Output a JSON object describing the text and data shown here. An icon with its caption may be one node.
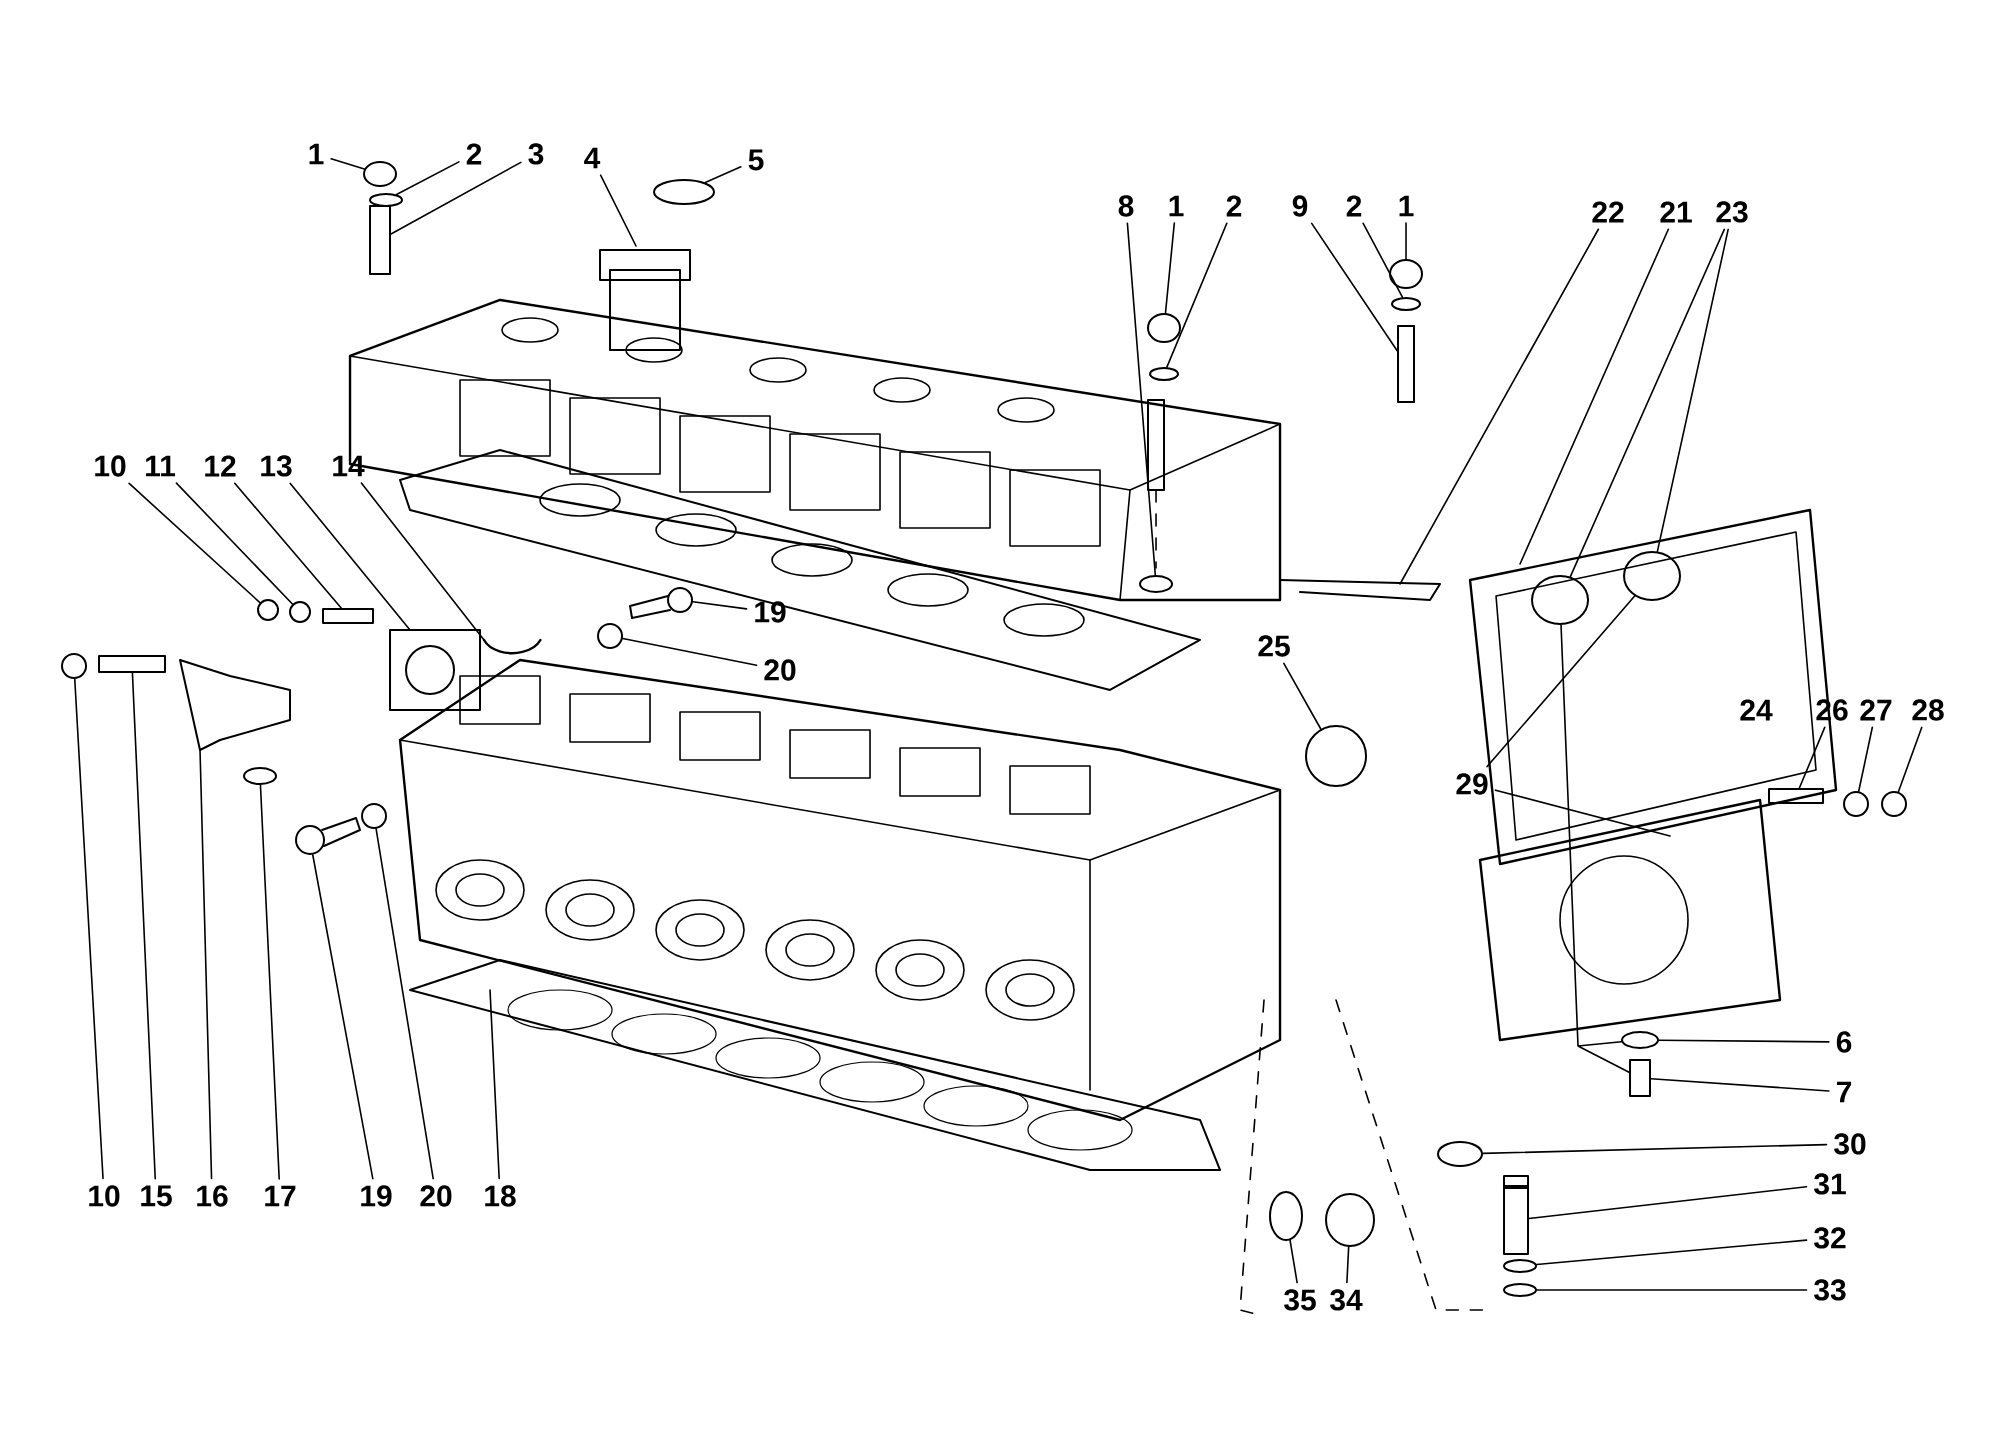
{
  "diagram": {
    "nodes": [
      {
        "text": [
          "1"
        ]
      },
      {
        "text": [
          "2"
        ]
      },
      {
        "text": [
          "3"
        ]
      },
      {
        "text": [
          "4"
        ]
      },
      {
        "text": [
          "5"
        ]
      },
      {
        "text": [
          "8"
        ]
      },
      {
        "text": [
          "1"
        ]
      },
      {
        "text": [
          "2"
        ]
      },
      {
        "text": [
          "9"
        ]
      },
      {
        "text": [
          "2"
        ]
      },
      {
        "text": [
          "1"
        ]
      },
      {
        "text": [
          "22"
        ]
      },
      {
        "text": [
          "21"
        ]
      },
      {
        "text": [
          "23"
        ]
      },
      {
        "text": [
          "10"
        ]
      },
      {
        "text": [
          "11"
        ]
      },
      {
        "text": [
          "12"
        ]
      },
      {
        "text": [
          "13"
        ]
      },
      {
        "text": [
          "14"
        ]
      },
      {
        "text": [
          "19"
        ]
      },
      {
        "text": [
          "20"
        ]
      },
      {
        "text": [
          "25"
        ]
      },
      {
        "text": [
          "26"
        ]
      },
      {
        "text": [
          "27"
        ]
      },
      {
        "text": [
          "28"
        ]
      },
      {
        "text": [
          "29"
        ]
      },
      {
        "text": [
          "6"
        ]
      },
      {
        "text": [
          "7"
        ]
      },
      {
        "text": [
          "30"
        ]
      },
      {
        "text": [
          "31"
        ]
      },
      {
        "text": [
          "32"
        ]
      },
      {
        "text": [
          "33"
        ]
      },
      {
        "text": [
          "10"
        ]
      },
      {
        "text": [
          "15"
        ]
      },
      {
        "text": [
          "16"
        ]
      },
      {
        "text": [
          "17"
        ]
      },
      {
        "text": [
          "19"
        ]
      },
      {
        "text": [
          "20"
        ]
      },
      {
        "text": [
          "18"
        ]
      },
      {
        "text": [
          "35"
        ]
      },
      {
        "text": [
          "34"
        ]
      },
      {
        "text": [],
        "shape": "circle"
      },
      {
        "text": [],
        "shape": "circle"
      },
      {
        "text": [],
        "shape": "box"
      },
      {
        "text": [],
        "shape": "circle"
      },
      {
        "text": [],
        "shape": "circle"
      },
      {
        "text": [],
        "shape": "circle"
      },
      {
        "text": [],
        "shape": "box"
      },
      {
        "text": [],
        "shape": "circle"
      },
      {
        "text": [],
        "shape": "circle"
      },
      {
        "text": [],
        "shape": "circle"
      },
      {
        "text": [],
        "shape": "circle"
      },
      {
        "text": [],
        "shape": "circle"
      },
      {
        "text": [],
        "shape": "circle"
      },
      {
        "text": [],
        "shape": "box"
      },
      {
        "text": [],
        "shape": "circle"
      },
      {
        "text": [],
        "shape": "circle"
      },
      {
        "text": [],
        "shape": "circle"
      },
      {
        "text": [],
        "shape": "box"
      },
      {
        "text": [],
        "shape": "circle"
      },
      {
        "text": [],
        "shape": "circle"
      },
      {
        "text": [],
        "shape": "circle"
      },
      {
        "text": [],
        "shape": "box"
      },
      {
        "text": [],
        "shape": "circle"
      },
      {
        "text": [],
        "shape": "box"
      },
      {
        "text": [],
        "shape": "circle"
      },
      {
        "text": [],
        "shape": "circle"
      },
      {
        "text": [],
        "shape": "circle"
      },
      {
        "text": [],
        "shape": "box"
      },
      {
        "text": [],
        "shape": "circle"
      },
      {
        "text": [],
        "shape": "circle"
      },
      {
        "text": [],
        "shape": "circle"
      },
      {
        "text": [],
        "shape": "circle"
      },
      {
        "text": [],
        "shape": "circle"
      },
      {
        "text": [],
        "shape": "circle"
      }
    ],
    "edges": [
      {
        "from": 0,
        "to": 41,
        "arrow": "none"
      },
      {
        "from": 1,
        "to": 42,
        "arrow": "none"
      },
      {
        "from": 2,
        "to": 43,
        "arrow": "none"
      },
      {
        "from": 3,
        "to": null,
        "arrow": "none"
      },
      {
        "from": 4,
        "to": 44,
        "arrow": "none"
      },
      {
        "from": 5,
        "to": 73,
        "arrow": "none"
      },
      {
        "from": 6,
        "to": 45,
        "arrow": "none"
      },
      {
        "from": 7,
        "to": 46,
        "arrow": "none"
      },
      {
        "from": 8,
        "to": 47,
        "arrow": "none"
      },
      {
        "from": 9,
        "to": 48,
        "arrow": "none"
      },
      {
        "from": 10,
        "to": 49,
        "arrow": "none"
      },
      {
        "from": 11,
        "to": null,
        "arrow": "none"
      },
      {
        "from": 12,
        "to": null,
        "arrow": "none"
      },
      {
        "from": 13,
        "to": 50,
        "arrow": "none"
      },
      {
        "from": 13,
        "to": 51,
        "arrow": "none"
      },
      {
        "from": 14,
        "to": 52,
        "arrow": "none"
      },
      {
        "from": 15,
        "to": 53,
        "arrow": "none"
      },
      {
        "from": 16,
        "to": 54,
        "arrow": "none"
      },
      {
        "from": 17,
        "to": null,
        "arrow": "none"
      },
      {
        "from": 18,
        "to": null,
        "arrow": "none"
      },
      {
        "from": 19,
        "to": 55,
        "arrow": "none"
      },
      {
        "from": 20,
        "to": 56,
        "arrow": "none"
      },
      {
        "from": 21,
        "to": 57,
        "arrow": "none"
      },
      {
        "from": 22,
        "to": 58,
        "arrow": "none"
      },
      {
        "from": 23,
        "to": 59,
        "arrow": "none"
      },
      {
        "from": 24,
        "to": 60,
        "arrow": "none"
      },
      {
        "from": 25,
        "to": 51,
        "arrow": "none"
      },
      {
        "from": 25,
        "to": null,
        "arrow": "none"
      },
      {
        "from": 26,
        "to": 61,
        "arrow": "none"
      },
      {
        "from": 27,
        "to": 62,
        "arrow": "none"
      },
      {
        "from": 28,
        "to": 63,
        "arrow": "none"
      },
      {
        "from": 29,
        "to": 64,
        "arrow": "none"
      },
      {
        "from": 30,
        "to": 65,
        "arrow": "none"
      },
      {
        "from": 31,
        "to": 66,
        "arrow": "none"
      },
      {
        "from": 32,
        "to": 67,
        "arrow": "none"
      },
      {
        "from": 33,
        "to": 68,
        "arrow": "none"
      },
      {
        "from": 34,
        "to": null,
        "arrow": "none"
      },
      {
        "from": 35,
        "to": 74,
        "arrow": "none"
      },
      {
        "from": 36,
        "to": 69,
        "arrow": "none"
      },
      {
        "from": 37,
        "to": 70,
        "arrow": "none"
      },
      {
        "from": 38,
        "to": null,
        "arrow": "none"
      },
      {
        "from": 39,
        "to": 71,
        "arrow": "none"
      },
      {
        "from": 40,
        "to": 72,
        "arrow": "none"
      },
      {
        "from": 50,
        "to": 61,
        "arrow": "none"
      },
      {
        "from": 50,
        "to": 62,
        "arrow": "none"
      }
    ],
    "labels": [
      "24"
    ]
  }
}
